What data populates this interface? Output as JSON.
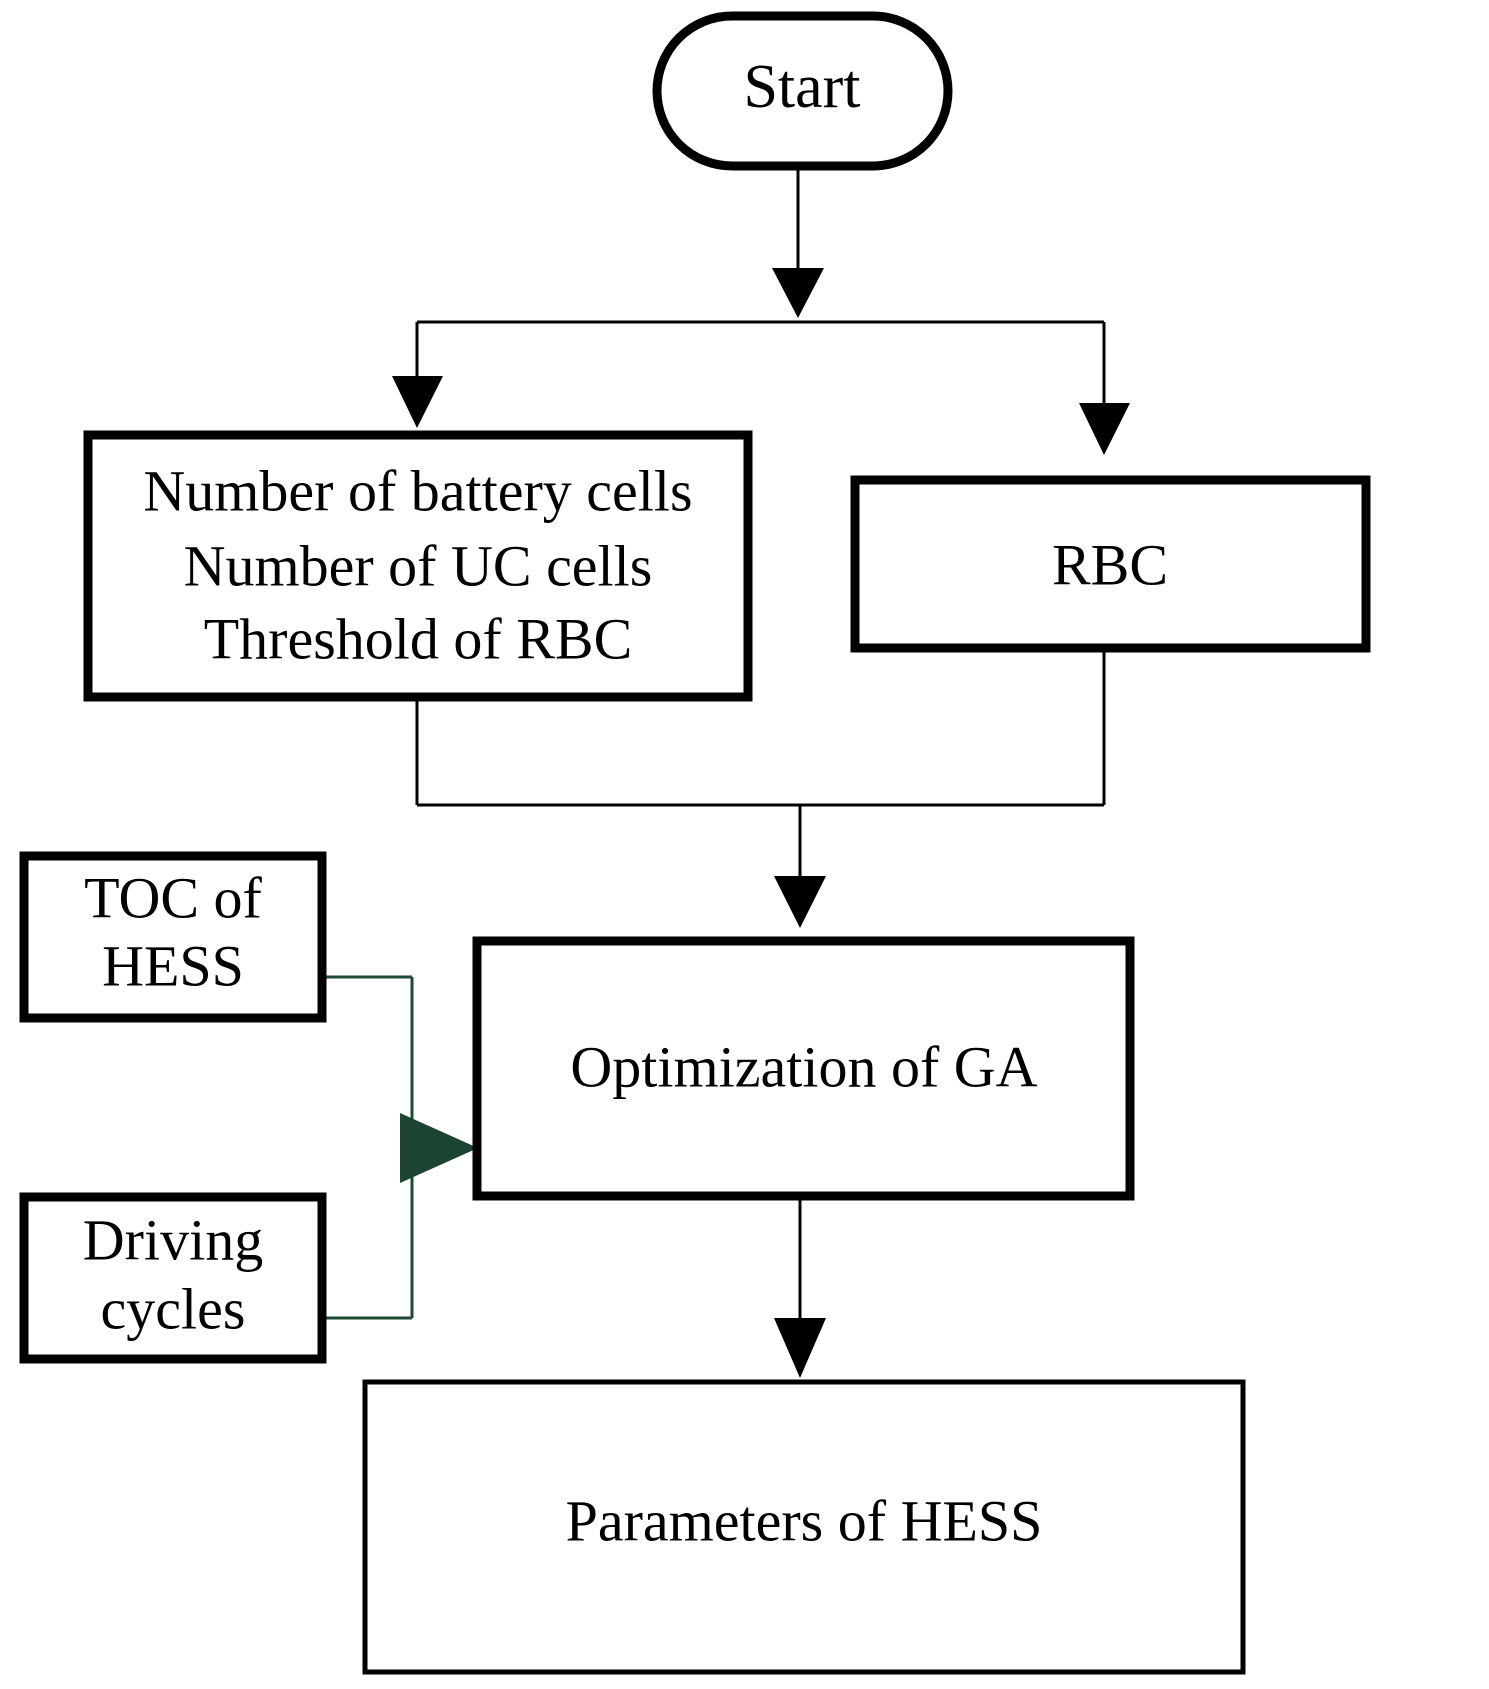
{
  "diagram": {
    "title": "HESS parameter optimization flowchart",
    "accent_color": "#1c4430",
    "line_color": "#000000",
    "background": "#ffffff",
    "nodes": {
      "start": {
        "label": "Start",
        "shape": "stadium"
      },
      "inputs": {
        "shape": "rectangle",
        "line1": "Number of battery cells",
        "line2": "Number of UC cells",
        "line3": "Threshold of RBC"
      },
      "rbc": {
        "label": "RBC",
        "shape": "rectangle"
      },
      "toc": {
        "shape": "rectangle",
        "line1": "TOC of",
        "line2": "HESS"
      },
      "driving": {
        "shape": "rectangle",
        "line1": "Driving",
        "line2": "cycles"
      },
      "optimization": {
        "label": "Optimization of GA",
        "shape": "rectangle"
      },
      "output": {
        "label": "Parameters of HESS",
        "shape": "rectangle"
      }
    },
    "edges": [
      {
        "from": "start",
        "to": "split",
        "style": "black-arrow"
      },
      {
        "from": "split",
        "to": "inputs",
        "style": "black-arrow"
      },
      {
        "from": "split",
        "to": "rbc",
        "style": "black-arrow"
      },
      {
        "from": "inputs",
        "to": "merge",
        "style": "black-line"
      },
      {
        "from": "rbc",
        "to": "merge",
        "style": "black-line"
      },
      {
        "from": "merge",
        "to": "optimization",
        "style": "black-arrow"
      },
      {
        "from": "toc",
        "to": "optimization",
        "style": "green-arrow"
      },
      {
        "from": "driving",
        "to": "optimization",
        "style": "green-arrow"
      },
      {
        "from": "optimization",
        "to": "output",
        "style": "black-arrow"
      }
    ]
  }
}
